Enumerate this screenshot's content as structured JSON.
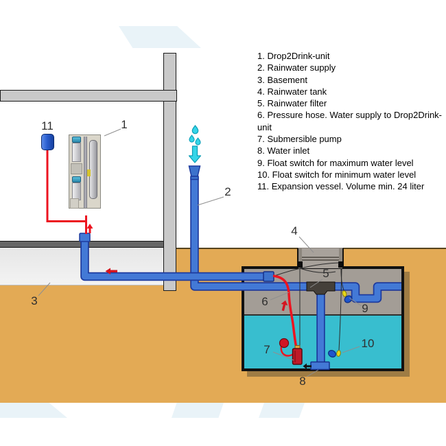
{
  "legend": {
    "items": [
      "1. Drop2Drink-unit",
      "2. Rainwater supply",
      "3. Basement",
      "4. Rainwater tank",
      "5. Rainwater filter",
      "6. Pressure hose. Water supply to Drop2Drink-unit",
      "7. Submersible pump",
      "8. Water inlet",
      "9. Float switch for maximum water level",
      "10. Float switch for minimum water level",
      "11. Expansion vessel. Volume min. 24 liter"
    ]
  },
  "diagram_labels": [
    "1",
    "2",
    "3",
    "4",
    "5",
    "6",
    "7",
    "8",
    "9",
    "10",
    "11"
  ],
  "colors": {
    "pipe_blue": "#4379d6",
    "pipe_outline": "#1d3a9e",
    "water_cyan": "#38becf",
    "ground_tan": "#e3aa55",
    "hose_red": "#ec1420",
    "structure_gray": "#c9c9c9",
    "basement_gray": "#e9e9e9",
    "tank_interior_gray": "#a39d96",
    "rain_cyan": "#35d5e8",
    "filter_dark": "#45403a"
  },
  "icons": {
    "rain": "water-drops-icon",
    "flow_down": "down-arrow-icon",
    "flow_up": "up-arrow-icon",
    "flow_left": "left-arrow-icon"
  }
}
